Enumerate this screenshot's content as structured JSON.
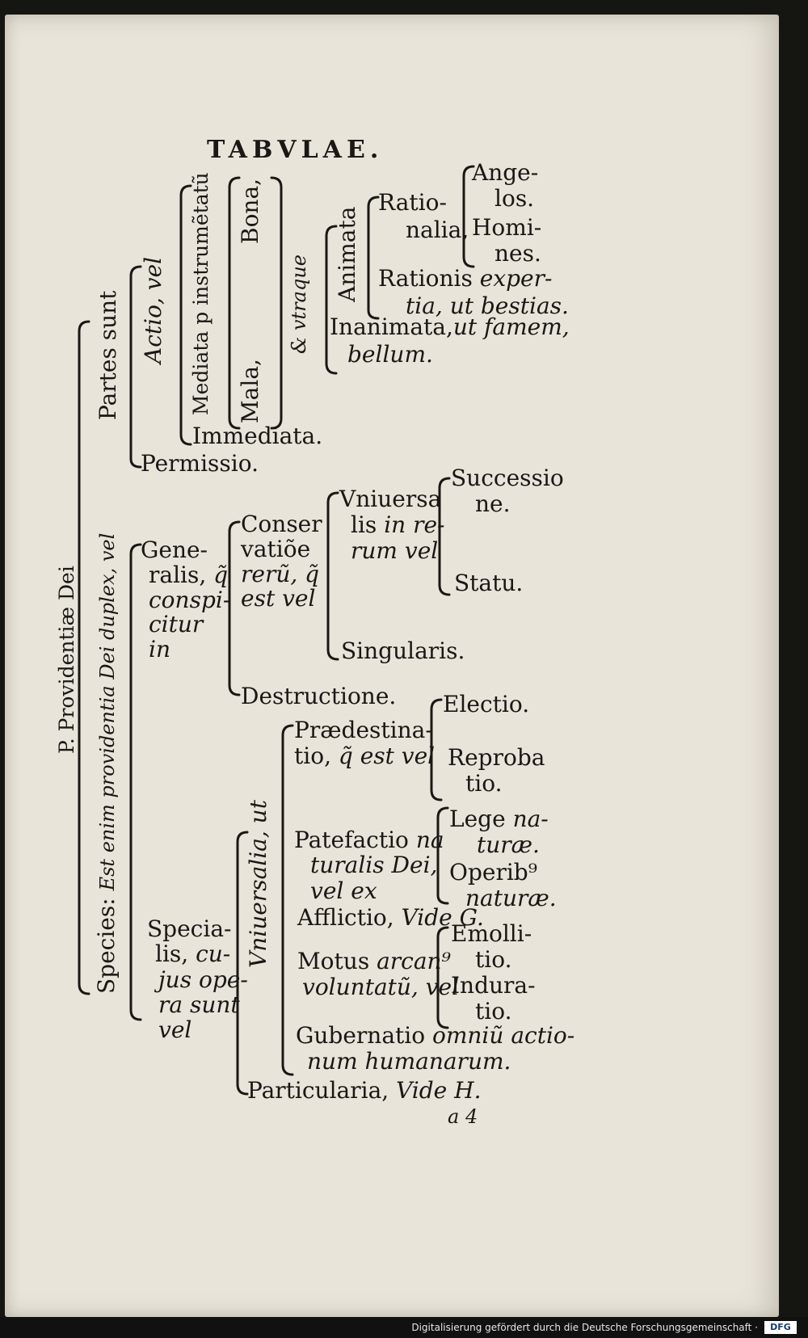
{
  "header": {
    "title": "TABVLAE."
  },
  "root": {
    "label": "P. Providentiæ Dei"
  },
  "partes": {
    "label": "Partes sunt",
    "actio": "Actio, vel",
    "mediata": "Mediata p instrumẽtatũ",
    "bona": "Bona,",
    "mala": "Mala,",
    "utraque": "& vtraque",
    "animata": "Animata",
    "rationalia_1": "Ratio-",
    "rationalia_2": "nalia,",
    "angelos_1": "Ange-",
    "angelos_2": "los.",
    "homines_1": "Homi-",
    "homines_2": "nes.",
    "rationis_1": "Rationis",
    "rationis_1i": "exper-",
    "rationis_2": "tia, ut bestias.",
    "inanimata_1": "Inanimata,",
    "inanimata_1i": "ut famem,",
    "inanimata_2": "bellum.",
    "immediata": "Immediata.",
    "permissio": "Permissio."
  },
  "species": {
    "label_1": "Species:",
    "label_2": "Est enim providentia Dei duplex, vel",
    "generalis": [
      "Gene-",
      "ralis,",
      "q̃",
      "conspi-",
      "citur",
      "in"
    ],
    "conservatio": [
      "Conser",
      "vatiõe",
      "rerũ, q̃",
      "est vel"
    ],
    "universalis": [
      "Vniuersa",
      "lis",
      "in re-",
      "rum vel"
    ],
    "successione": [
      "Successio",
      "ne."
    ],
    "statu": "Statu.",
    "singularis": "Singularis.",
    "destructione": "Destructione.",
    "specialis": [
      "Specia-",
      "lis,",
      "cu-",
      "jus ope-",
      "ra sunt",
      "vel"
    ],
    "universalia": "Vniuersalia, ut",
    "praedestinatio": [
      "Prædestina-",
      "tio,",
      "q̃ est vel"
    ],
    "electio": "Electio.",
    "reprobatio": [
      "Reproba",
      "tio."
    ],
    "patefactio": [
      "Patefactio",
      "na",
      "turalis Dei,",
      "vel ex"
    ],
    "lege": [
      "Lege",
      "na-",
      "turæ."
    ],
    "operibus": [
      "Operib⁹",
      "naturæ."
    ],
    "afflictio": [
      "Afflictio,",
      "Vide G."
    ],
    "motus": [
      "Motus",
      "arcan⁹",
      "voluntatũ, vel"
    ],
    "emollitio": [
      "Emolli-",
      "tio."
    ],
    "induratio": [
      "Indura-",
      "tio."
    ],
    "gubernatio": [
      "Gubernatio",
      "omniũ actio-",
      "num humanarum."
    ],
    "particularia": [
      "Particularia,",
      "Vide H."
    ]
  },
  "signature": "a 4",
  "footer": {
    "credit": "Digitalisierung gefördert durch die Deutsche Forschungsgemeinschaft ·",
    "logo": "DFG"
  },
  "colors": {
    "paper": "#e8e4da",
    "ink": "#1a1714",
    "frame": "#151512"
  }
}
